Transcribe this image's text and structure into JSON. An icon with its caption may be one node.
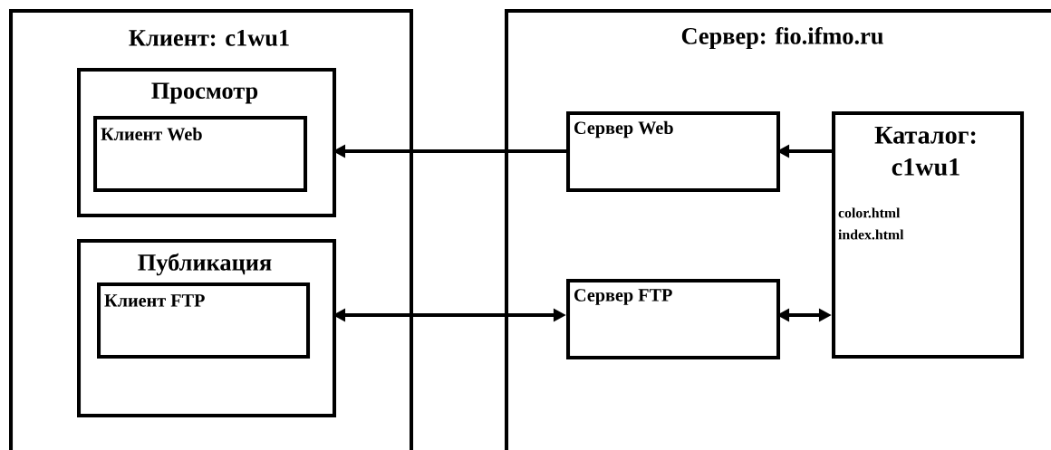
{
  "diagram": {
    "nodes": [
      {
        "text": [
          "Клиент: c1wu1"
        ]
      },
      {
        "text": [
          "Просмотр"
        ],
        "in": 0
      },
      {
        "text": [
          "Клиент Web"
        ],
        "in": 1
      },
      {
        "text": [
          "Публикация"
        ],
        "in": 0
      },
      {
        "text": [
          "Клиент FTP"
        ],
        "in": 3
      },
      {
        "text": [
          "Сервер: fio.ifmo.ru"
        ]
      },
      {
        "text": [
          "Сервер Web"
        ],
        "in": 5
      },
      {
        "text": [
          "Каталог: c1wu1",
          "color.html",
          "index.html"
        ],
        "in": 5
      },
      {
        "text": [
          "Сервер FTP"
        ],
        "in": 5
      }
    ],
    "edges": [
      {
        "from": 6,
        "to": 1,
        "arrow": "to"
      },
      {
        "from": 7,
        "to": 6,
        "arrow": "to"
      },
      {
        "from": 3,
        "to": 8,
        "arrow": "both"
      },
      {
        "from": 8,
        "to": 7,
        "arrow": "both"
      }
    ]
  }
}
